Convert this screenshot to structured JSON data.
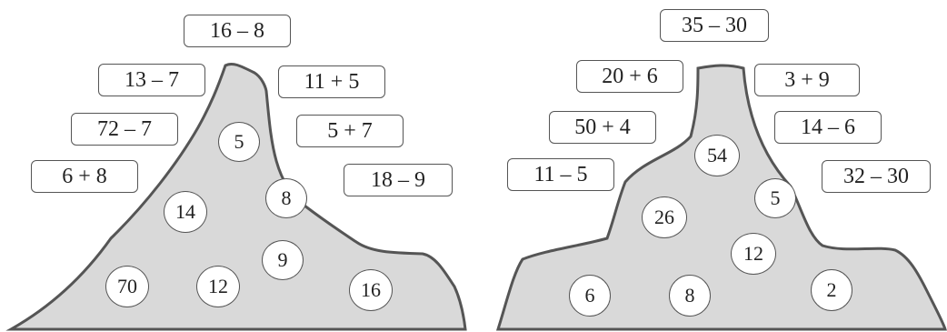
{
  "left_mountain": {
    "expressions": [
      "16 – 8",
      "13 – 7",
      "11 + 5",
      "72 – 7",
      "5 + 7",
      "6 + 8",
      "18 – 9"
    ],
    "answers": [
      "5",
      "8",
      "14",
      "9",
      "70",
      "12",
      "16"
    ]
  },
  "right_mountain": {
    "expressions": [
      "35 – 30",
      "20 + 6",
      "3 + 9",
      "50 + 4",
      "14 – 6",
      "11 – 5",
      "32 – 30"
    ],
    "answers": [
      "54",
      "5",
      "26",
      "12",
      "6",
      "8",
      "2"
    ]
  }
}
